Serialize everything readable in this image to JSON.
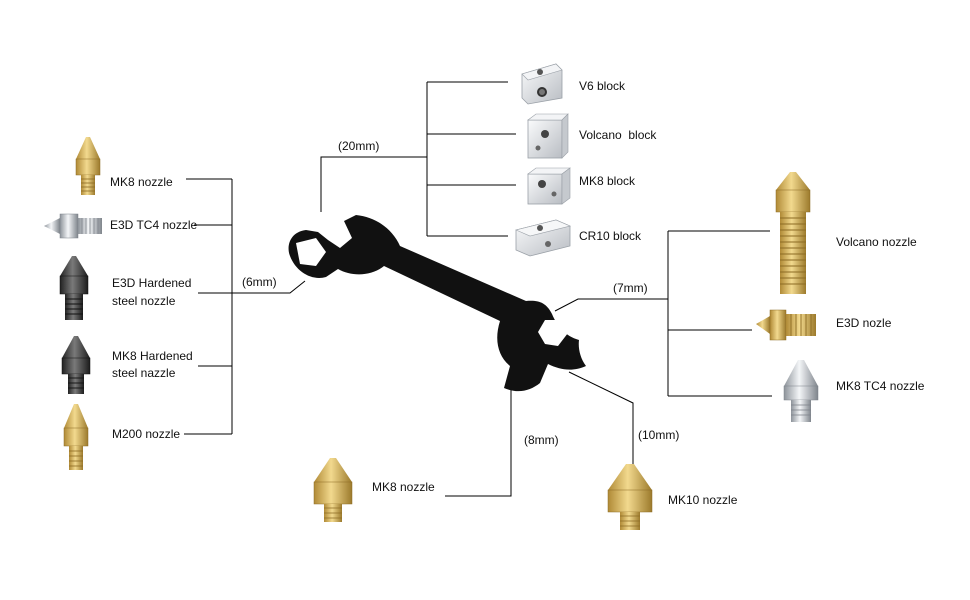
{
  "labels": {
    "v6_block": "V6 block",
    "volcano_block": "Volcano  block",
    "mk8_block": "MK8 block",
    "cr10_block": "CR10 block",
    "dim_20": "(20mm)",
    "dim_6": "(6mm)",
    "dim_7": "(7mm)",
    "dim_8": "(8mm)",
    "dim_10": "(10mm)",
    "left_mk8_nozzle": "MK8 nozzle",
    "e3d_tc4_nozzle": "E3D TC4 nozzle",
    "e3d_hardened_1": "E3D Hardened",
    "e3d_hardened_2": "steel nozzle",
    "mk8_hardened_1": "MK8 Hardened",
    "mk8_hardened_2": "steel nazzle",
    "m200_nozzle": "M200 nozzle",
    "volcano_nozzle": "Volcano nozzle",
    "e3d_nozle": "E3D nozle",
    "mk8_tc4_nozzle": "MK8 TC4 nozzle",
    "bottom_mk8_nozzle": "MK8 nozzle",
    "mk10_nozzle": "MK10 nozzle"
  },
  "colors": {
    "brass": "#d9b45a",
    "brass_dark": "#a8822e",
    "steel": "#c8ccd2",
    "steel_dark": "#8a8f96",
    "hardened": "#4a4a4a",
    "hardened_dark": "#2a2a2a",
    "aluminum": "#e4e6e9",
    "wrench": "#111111",
    "line": "#000000"
  },
  "icons": {
    "wrench": "open-end-nozzle-wrench-icon",
    "heater_block": "aluminum-heater-block-icon",
    "nozzle": "hex-nozzle-icon"
  }
}
